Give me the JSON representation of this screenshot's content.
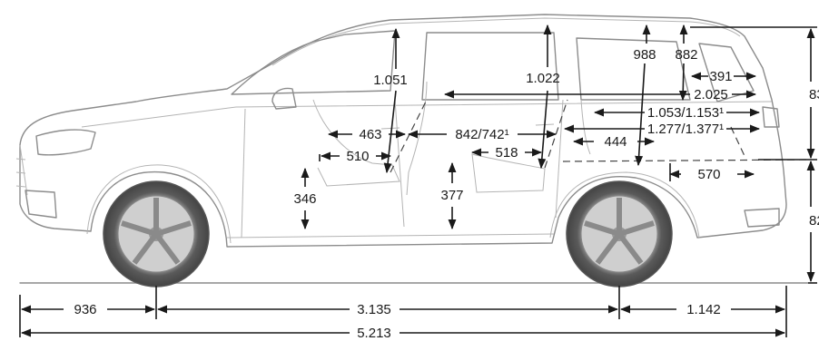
{
  "dimensions": {
    "front_overhang": "936",
    "wheelbase": "3.135",
    "rear_overhang": "1.142",
    "overall_length": "5.213",
    "front_headroom": "1.051",
    "second_row_headroom": "1.022",
    "third_row_headroom": "988",
    "cargo_opening_height": "882",
    "cargo_depth_upper": "391",
    "cargo_length_long": "2.025",
    "cargo_length_second_row_folded": "1.053/1.153¹",
    "cargo_length_third_row_folded": "1.277/1.377¹",
    "front_legroom": "463",
    "second_row_legroom": "842/742¹",
    "third_row_seat_depth": "444",
    "front_seat_depth": "510",
    "second_row_seat_depth": "518",
    "cargo_floor_length": "570",
    "front_seat_height": "346",
    "second_row_seat_height": "377",
    "height_upper_partial": "83",
    "height_lower_partial": "82"
  }
}
